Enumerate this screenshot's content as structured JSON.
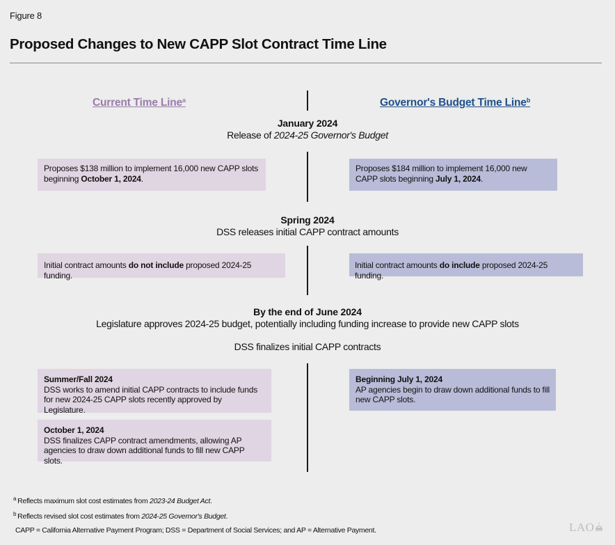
{
  "figure": {
    "label": "Figure 8",
    "title": "Proposed Changes to New CAPP Slot Contract Time Line"
  },
  "columns": {
    "current": {
      "label": "Current Time Line",
      "footnote_marker": "a",
      "color": "#9b7bab"
    },
    "governor": {
      "label": "Governor's Budget Time Line",
      "footnote_marker": "b",
      "color": "#1f4f8a"
    }
  },
  "milestones": [
    {
      "title": "January 2024",
      "subtitle_prefix": "Release of ",
      "subtitle_italic": "2024-25 Governor's Budget",
      "current_box": {
        "text_pre": "Proposes $138 million to implement 16,000 new CAPP slots beginning ",
        "text_bold": "October 1, 2024",
        "text_post": "."
      },
      "governor_box": {
        "text_pre": "Proposes $184 million to implement 16,000 new CAPP slots beginning ",
        "text_bold": "July 1, 2024",
        "text_post": "."
      }
    },
    {
      "title": "Spring 2024",
      "subtitle": "DSS releases initial CAPP contract amounts",
      "current_box": {
        "text_pre": "Initial contract amounts ",
        "text_bold": "do not include",
        "text_post": " proposed 2024-25 funding."
      },
      "governor_box": {
        "text_pre": "Initial contract amounts ",
        "text_bold": "do include",
        "text_post": " proposed 2024-25 funding."
      }
    },
    {
      "title": "By the end of June 2024",
      "subtitle": "Legislature approves 2024-25 budget, potentially including funding increase to provide new CAPP slots",
      "subtitle2": "DSS finalizes initial CAPP contracts",
      "current_boxes": [
        {
          "heading": "Summer/Fall 2024",
          "text": "DSS works to amend initial CAPP contracts to include funds for new 2024-25 CAPP slots recently approved by Legislature."
        },
        {
          "heading": "October 1, 2024",
          "text": "DSS finalizes CAPP contract amendments, allowing AP agencies to draw down additional funds to fill new CAPP slots."
        }
      ],
      "governor_boxes": [
        {
          "heading": "Beginning July 1, 2024",
          "text": "AP agencies begin to draw down additional funds to fill new CAPP slots."
        }
      ]
    }
  ],
  "footnotes": [
    {
      "marker": "a",
      "text_pre": "Reflects maximum slot cost estimates from ",
      "text_italic": "2023-24 Budget Act",
      "text_post": "."
    },
    {
      "marker": "b",
      "text_pre": "Reflects revised slot cost estimates from ",
      "text_italic": "2024-25 Governor's Budget",
      "text_post": "."
    }
  ],
  "abbreviations": "CAPP = California Alternative Payment Program; DSS = Department of Social Services; and AP = Alternative Payment.",
  "logo": "LAO",
  "colors": {
    "background": "#ecedec",
    "current_box": "#e0d5e2",
    "governor_box": "#b8bcd8"
  }
}
